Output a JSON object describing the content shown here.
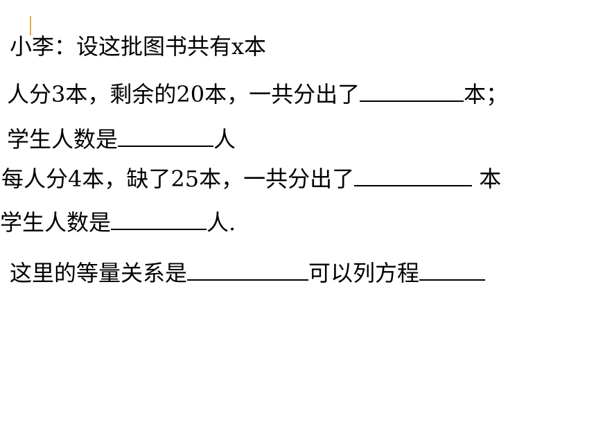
{
  "lines": {
    "intro": "小李：设这批图书共有x本",
    "line2_pre": "人分3本，剩余的20本，一共分出了",
    "line2_post": "本；",
    "line3_pre": "学生人数是",
    "line3_post": "人",
    "line4_pre": "每人分4本，缺了25本，一共分出了",
    "line4_post": " 本",
    "line5_pre": "学生人数是",
    "line5_post": "人.",
    "line6_pre": "这里的等量关系是",
    "line6_mid": "可以列方程"
  },
  "colors": {
    "accent_bar": "#e0b04a",
    "text": "#000000",
    "background": "#ffffff"
  }
}
